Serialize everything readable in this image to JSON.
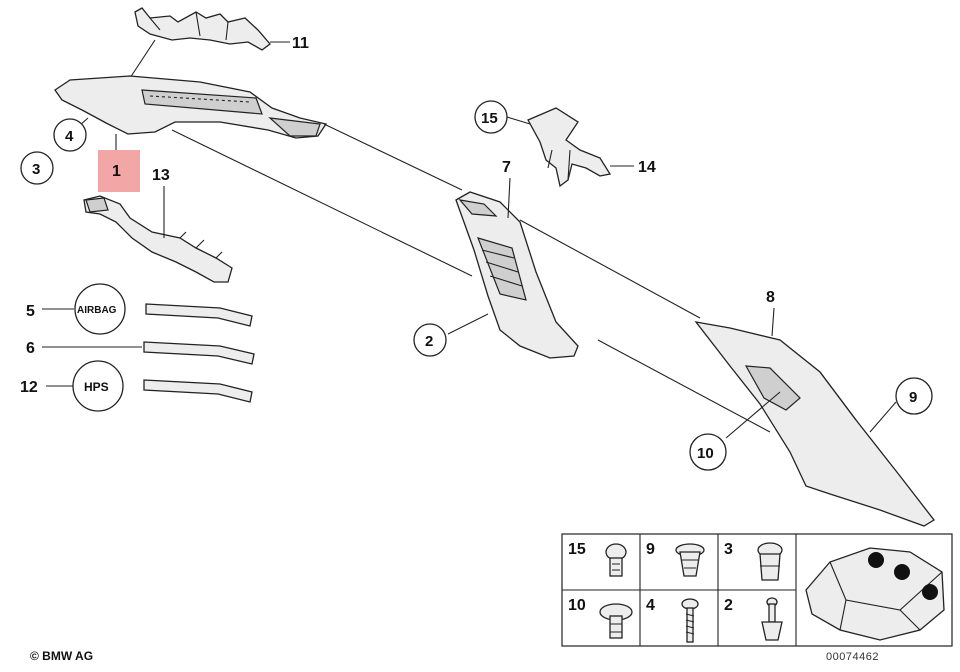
{
  "callouts": {
    "c1": "1",
    "c2": "2",
    "c3": "3",
    "c4": "4",
    "c5": "5",
    "c6": "6",
    "c7": "7",
    "c8": "8",
    "c9": "9",
    "c10": "10",
    "c11": "11",
    "c12": "12",
    "c13": "13",
    "c14": "14",
    "c15": "15"
  },
  "badges": {
    "airbag": "AIRBAG",
    "hps": "HPS"
  },
  "inset": {
    "cells": [
      {
        "label": "15"
      },
      {
        "label": "9"
      },
      {
        "label": "3"
      },
      {
        "label": "10"
      },
      {
        "label": "4"
      },
      {
        "label": "2"
      }
    ]
  },
  "footer": {
    "copyright": "© BMW AG",
    "drawing_number": "00074462"
  },
  "colors": {
    "highlight": "#f2a6a6",
    "line": "#222222",
    "part_fill": "#ededed"
  }
}
